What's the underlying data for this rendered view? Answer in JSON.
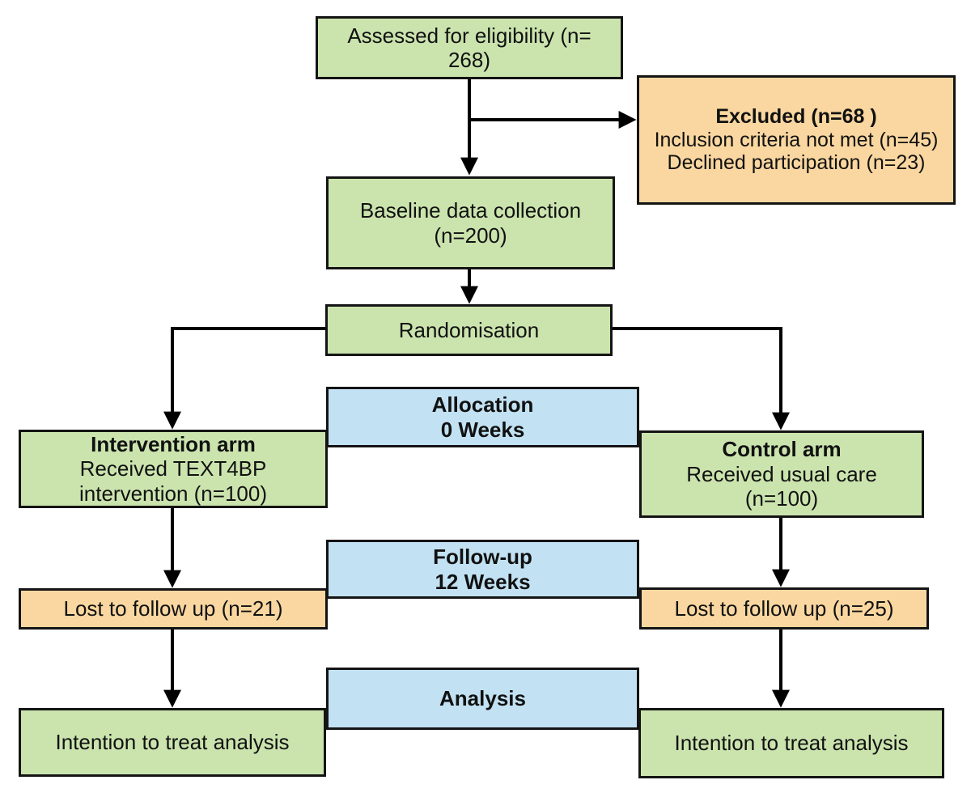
{
  "palette": {
    "box_green": "#cbe4ae",
    "box_orange": "#fad7a0",
    "box_blue": "#c2e2f3",
    "box_border": "#141414",
    "arrow_color": "#000000",
    "background": "#ffffff"
  },
  "diagram": {
    "type": "flowchart",
    "boxes": {
      "assessed": {
        "text": "Assessed for eligibility (n= 268)"
      },
      "excluded": {
        "title": "Excluded (n=68 )",
        "lines": [
          "Inclusion criteria not met (n=45)",
          "Declined participation (n=23)"
        ]
      },
      "baseline": {
        "lines": [
          "Baseline data collection",
          "(n=200)"
        ]
      },
      "randomisation": {
        "text": "Randomisation"
      },
      "allocation": {
        "title": "Allocation",
        "subtitle": "0 Weeks"
      },
      "intervention_arm": {
        "title": "Intervention arm",
        "lines": [
          "Received TEXT4BP",
          "intervention (n=100)"
        ]
      },
      "control_arm": {
        "title": "Control arm",
        "lines": [
          "Received usual care (n=100)"
        ]
      },
      "followup": {
        "title": "Follow-up",
        "subtitle": "12 Weeks"
      },
      "lost_intervention": {
        "text": "Lost to follow up (n=21)"
      },
      "lost_control": {
        "text": "Lost to follow up (n=25)"
      },
      "analysis": {
        "title": "Analysis"
      },
      "itt_intervention": {
        "text": "Intention to treat analysis"
      },
      "itt_control": {
        "text": "Intention to treat analysis"
      }
    }
  }
}
